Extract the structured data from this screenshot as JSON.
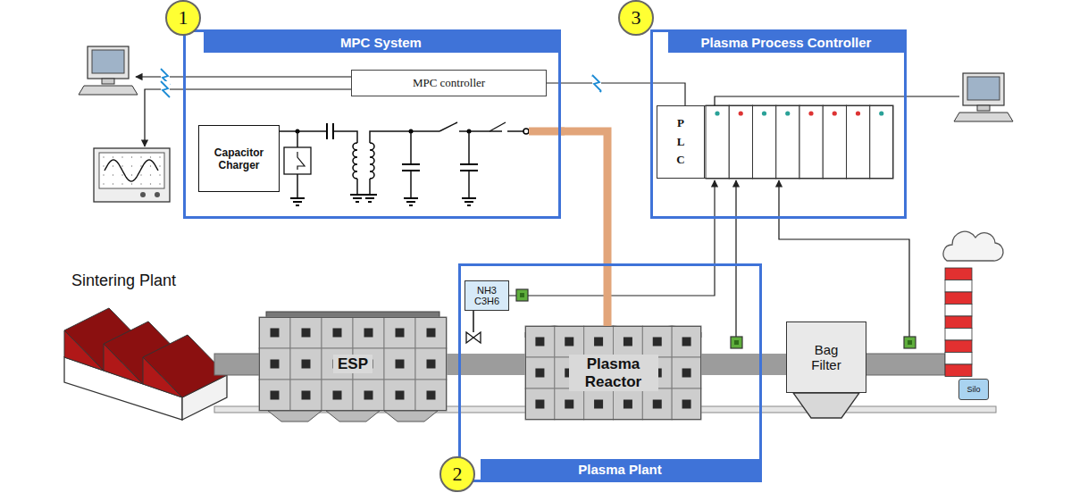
{
  "diagram": {
    "nodes": [
      {
        "text": [
          "MPC System"
        ]
      },
      {
        "text": [
          "MPC controller"
        ],
        "in": 0
      },
      {
        "text": [
          "Capacitor Charger"
        ],
        "in": 0
      },
      {
        "text": [
          "Plasma Process Controller"
        ]
      },
      {
        "text": [
          "P L C"
        ],
        "in": 3
      },
      {
        "text": [
          "ESP"
        ]
      },
      {
        "text": [
          "Plasma Plant"
        ]
      },
      {
        "text": [
          "NH3 C3H6"
        ],
        "in": 6
      },
      {
        "text": [
          "Plasma Reactor"
        ],
        "in": 6
      },
      {
        "text": [
          "Bag Filter"
        ]
      },
      {
        "text": [
          "Silo"
        ]
      }
    ],
    "edges": [
      {
        "from": 1,
        "to": 4,
        "arrow": "none"
      },
      {
        "from": 5,
        "to": 8,
        "arrow": "none"
      },
      {
        "from": 8,
        "to": 9,
        "arrow": "none"
      },
      {
        "from": 7,
        "to": 4,
        "arrow": "to"
      },
      {
        "from": 0,
        "to": 8,
        "arrow": "none"
      }
    ],
    "labels": [
      "1",
      "2",
      "3",
      "Sintering Plant"
    ]
  }
}
